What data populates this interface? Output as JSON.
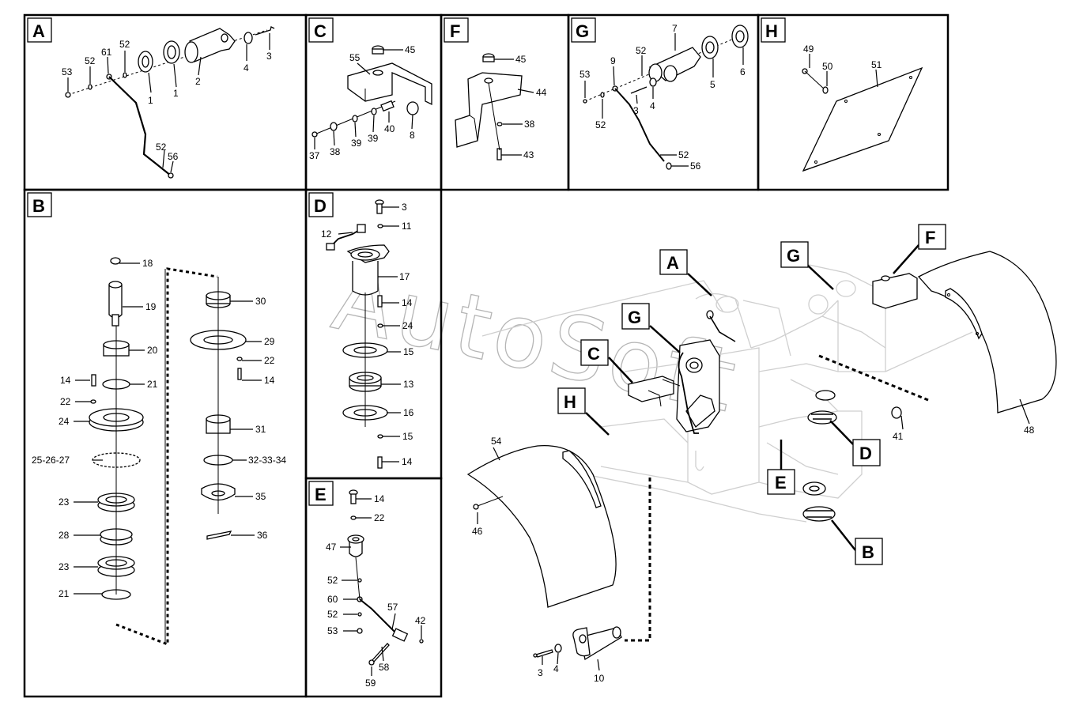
{
  "watermark": "AutoSoft",
  "panels": [
    "A",
    "B",
    "C",
    "D",
    "E",
    "F",
    "G",
    "H"
  ],
  "callouts": [
    "A",
    "B",
    "C",
    "D",
    "E",
    "F",
    "G",
    "G",
    "H"
  ],
  "panel_A": {
    "labels": [
      "53",
      "52",
      "61",
      "52",
      "1",
      "1",
      "2",
      "4",
      "3",
      "52",
      "56"
    ]
  },
  "panel_B": {
    "labels": [
      "18",
      "19",
      "20",
      "14",
      "21",
      "22",
      "24",
      "25-26-27",
      "23",
      "28",
      "23",
      "21",
      "30",
      "29",
      "22",
      "14",
      "31",
      "32-33-34",
      "35",
      "36"
    ]
  },
  "panel_C": {
    "labels": [
      "55",
      "45",
      "37",
      "38",
      "39",
      "39",
      "40",
      "8"
    ]
  },
  "panel_D": {
    "labels": [
      "3",
      "11",
      "12",
      "17",
      "14",
      "24",
      "15",
      "13",
      "16",
      "15",
      "14"
    ]
  },
  "panel_E": {
    "labels": [
      "14",
      "22",
      "47",
      "52",
      "60",
      "52",
      "53",
      "57",
      "42",
      "58",
      "59"
    ]
  },
  "panel_F": {
    "labels": [
      "45",
      "44",
      "38",
      "43"
    ]
  },
  "panel_G": {
    "labels": [
      "7",
      "52",
      "53",
      "9",
      "3",
      "4",
      "5",
      "6",
      "52",
      "52",
      "56"
    ]
  },
  "panel_H": {
    "labels": [
      "49",
      "50",
      "51"
    ]
  },
  "main_view": {
    "labels": [
      "54",
      "46",
      "3",
      "4",
      "10",
      "41",
      "48"
    ]
  }
}
